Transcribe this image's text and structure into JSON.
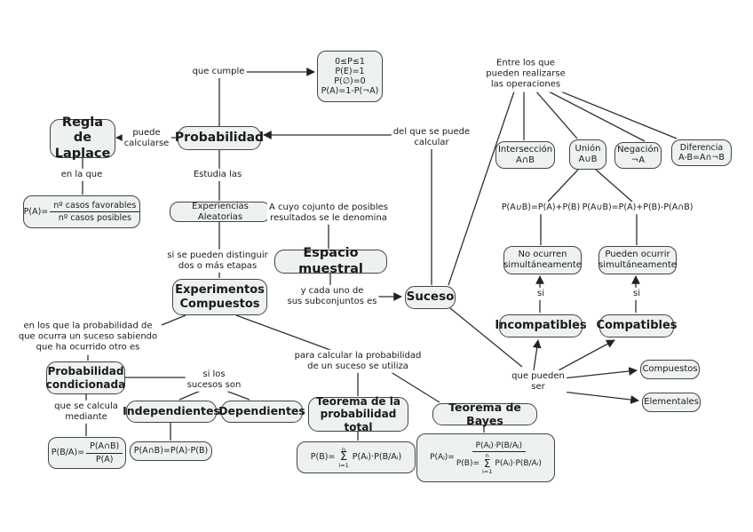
{
  "nodes": {
    "probabilidad": "Probabilidad",
    "regla_laplace": "Regla de\nLaplace",
    "laplace_formula": {
      "lhs": "P(A)=",
      "num": "nº casos favorables",
      "den": "nº casos posibles"
    },
    "axioms": "0≤P≤1\nP(E)=1\nP(∅)=0\nP(A)=1-P(¬A)",
    "experiencias_aleatorias": "Experiencias Aleatorias",
    "espacio_muestral": "Espacio muestral",
    "suceso": "Suceso",
    "experimentos_compuestos": "Experimentos\nCompuestos",
    "probabilidad_condicionada": "Probabilidad\ncondicionada",
    "condicionada_formula": {
      "lhs": "P(B/A)=",
      "num": "P(A∩B)",
      "den": "P(A)"
    },
    "independientes": "Independientes",
    "independientes_formula": "P(A∩B)=P(A)·P(B)",
    "dependientes": "Dependientes",
    "teorema_total": "Teorema de la\nprobabilidad total",
    "total_formula": {
      "lhs": "P(B)=",
      "sigma": "Σ",
      "sum_top": "n",
      "sum_bottom": "i=1",
      "rhs": "P(Aᵢ)·P(B/Aᵢ)"
    },
    "teorema_bayes": "Teorema de Bayes",
    "bayes_formula": {
      "lhs": "P(Aⱼ)=",
      "num": "P(Aⱼ)·P(B/Aⱼ)",
      "den_lhs": "P(B)=",
      "sigma": "Σ",
      "sum_top": "n",
      "sum_bottom": "i=1",
      "den_rhs": "P(Aᵢ)·P(B/Aᵢ)"
    },
    "interseccion": "Intersección\nA∩B",
    "union": "Unión\nA∪B",
    "negacion": "Negación\n¬A",
    "diferencia": "Diferencia\nA-B=A∩¬B",
    "union_formula_incompatibles": "P(A∪B)=P(A)+P(B)",
    "union_formula_compatibles": "P(A∪B)=P(A)+P(B)-P(A∩B)",
    "no_ocurren": "No ocurren\nsimultáneamente",
    "pueden_ocurrir": "Pueden ocurrir\nsimultáneamente",
    "incompatibles": "Incompatibles",
    "compatibles": "Compatibles",
    "compuestos": "Compuestos",
    "elementales": "Elementales"
  },
  "edge_labels": {
    "que_cumple": "que cumple",
    "puede_calcularse": "puede\ncalcularse",
    "en_la_que": "en la que",
    "estudia_las": "Estudia las",
    "del_que_se_puede_calcular": "del que se puede\ncalcular",
    "a_cuyo_conjunto": "A cuyo cojunto de posibles\nresultados se le denomina",
    "si_se_pueden_distinguir": "si se pueden distinguir\ndos o más etapas",
    "y_cada_uno": "y cada uno de\nsus subconjuntos es",
    "entre_los_que": "Entre los que\npueden realizarse\nlas operaciones",
    "si": "si",
    "en_los_que": "en los que la probabilidad de\nque ocurra un suceso sabiendo\nque ha ocurrido otro es",
    "que_se_calcula": "que se calcula\nmediante",
    "si_los_sucesos": "si los\nsucesos son",
    "para_calcular": "para calcular la probabilidad\nde un suceso se utiliza",
    "que_pueden_ser": "que pueden\nser"
  },
  "colors": {
    "background": "#ffffff",
    "node_fill": "#edf1f2",
    "node_border": "#444444",
    "line": "#2f2f2f",
    "text": "#1a1a1a"
  }
}
